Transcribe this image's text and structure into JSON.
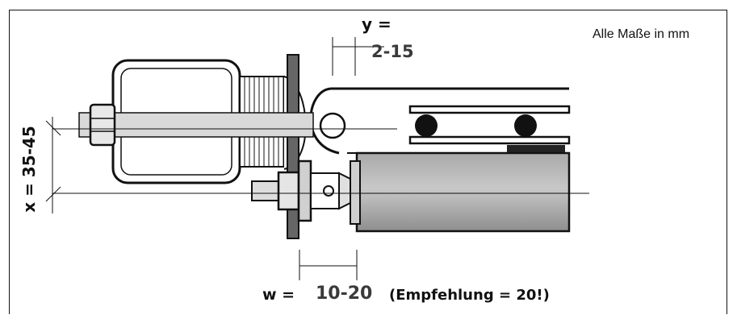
{
  "labels": {
    "units_note": "Alle Maße in mm",
    "y_dimension_prefix": "y =",
    "y_dimension_value": "2-15",
    "x_dimension": "x = 35-45",
    "w_dimension_prefix": "w =",
    "w_dimension_value": "10-20",
    "recommendation": "(Empfehlung = 20!)"
  },
  "colors": {
    "line": "#111111",
    "part_dark": "#3a3a3a",
    "housing_gray": "#b9b9b9",
    "light_gray": "#d6d6d6"
  }
}
